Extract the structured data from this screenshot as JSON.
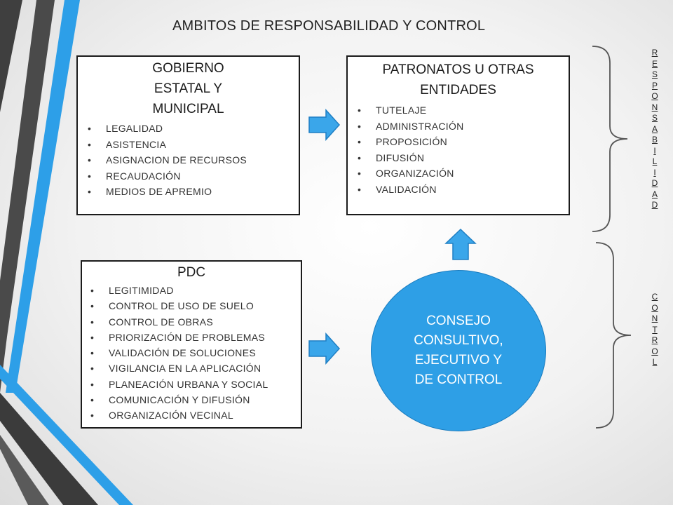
{
  "title": "AMBITOS DE RESPONSABILIDAD Y CONTROL",
  "gobierno": {
    "heading_lines": [
      "GOBIERNO",
      "ESTATAL Y",
      "MUNICIPAL"
    ],
    "items": [
      "LEGALIDAD",
      "ASISTENCIA",
      "ASIGNACION DE RECURSOS",
      "RECAUDACIÓN",
      "MEDIOS DE APREMIO"
    ]
  },
  "patronatos": {
    "heading_lines": [
      "PATRONATOS U OTRAS",
      "ENTIDADES"
    ],
    "items": [
      "TUTELAJE",
      "ADMINISTRACIÓN",
      "PROPOSICIÓN",
      "DIFUSIÓN",
      "ORGANIZACIÓN",
      "VALIDACIÓN"
    ]
  },
  "pdc": {
    "heading": "PDC",
    "items": [
      "LEGITIMIDAD",
      "CONTROL DE USO DE SUELO",
      "CONTROL DE OBRAS",
      "PRIORIZACIÓN DE PROBLEMAS",
      "VALIDACIÓN DE SOLUCIONES",
      "VIGILANCIA EN LA APLICACIÓN",
      "PLANEACIÓN URBANA Y SOCIAL",
      "COMUNICACIÓN Y DIFUSIÓN",
      "ORGANIZACIÓN VECINAL"
    ]
  },
  "consejo": {
    "lines": [
      "CONSEJO",
      "CONSULTIVO,",
      "EJECUTIVO Y",
      "DE CONTROL"
    ]
  },
  "side_labels": {
    "responsabilidad": "RESPONSABILIDAD",
    "control": "CONTROL"
  },
  "colors": {
    "accent_blue": "#2e9fe6",
    "arrow_blue": "#3aa6ea",
    "dark_stripe": "#3a3a3a"
  }
}
